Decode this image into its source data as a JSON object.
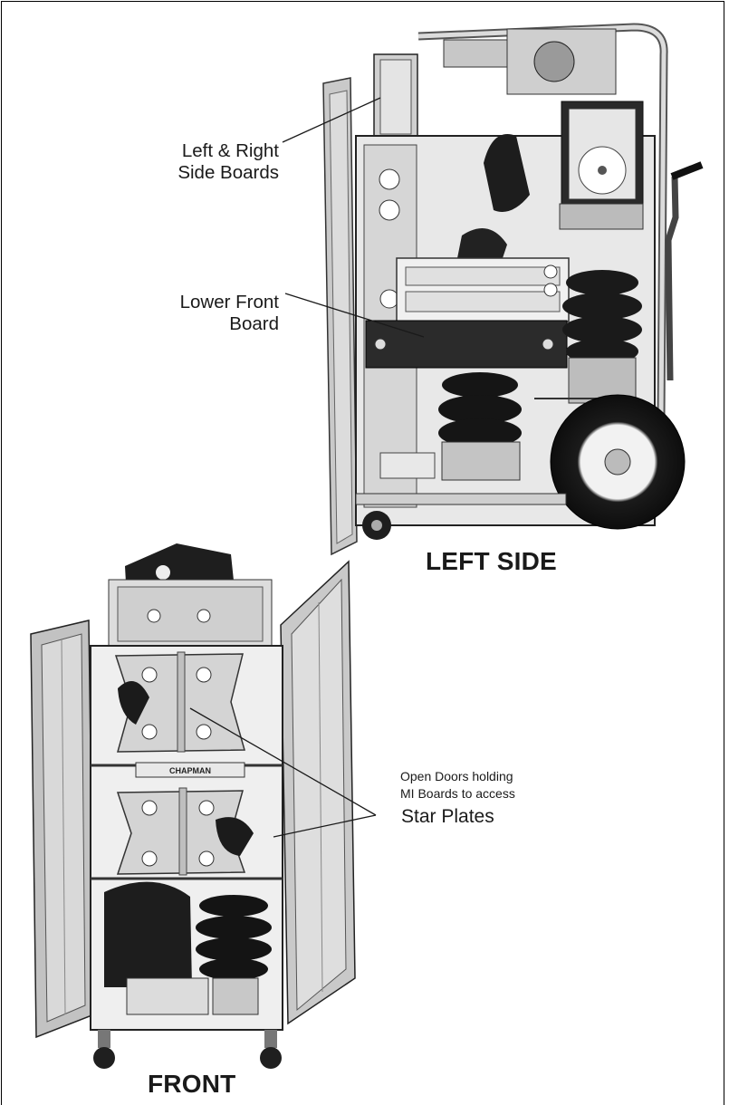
{
  "labels": {
    "side_boards": [
      "Left & Right",
      "Side Boards"
    ],
    "lower_front": [
      "Lower Front",
      "Board"
    ],
    "open_doors": [
      "Open Doors holding",
      "MI Boards to access"
    ],
    "star_plates": "Star Plates"
  },
  "titles": {
    "left_side": "LEFT SIDE",
    "front": "FRONT"
  },
  "photo_text": {
    "brand_plate": "CHAPMAN"
  }
}
